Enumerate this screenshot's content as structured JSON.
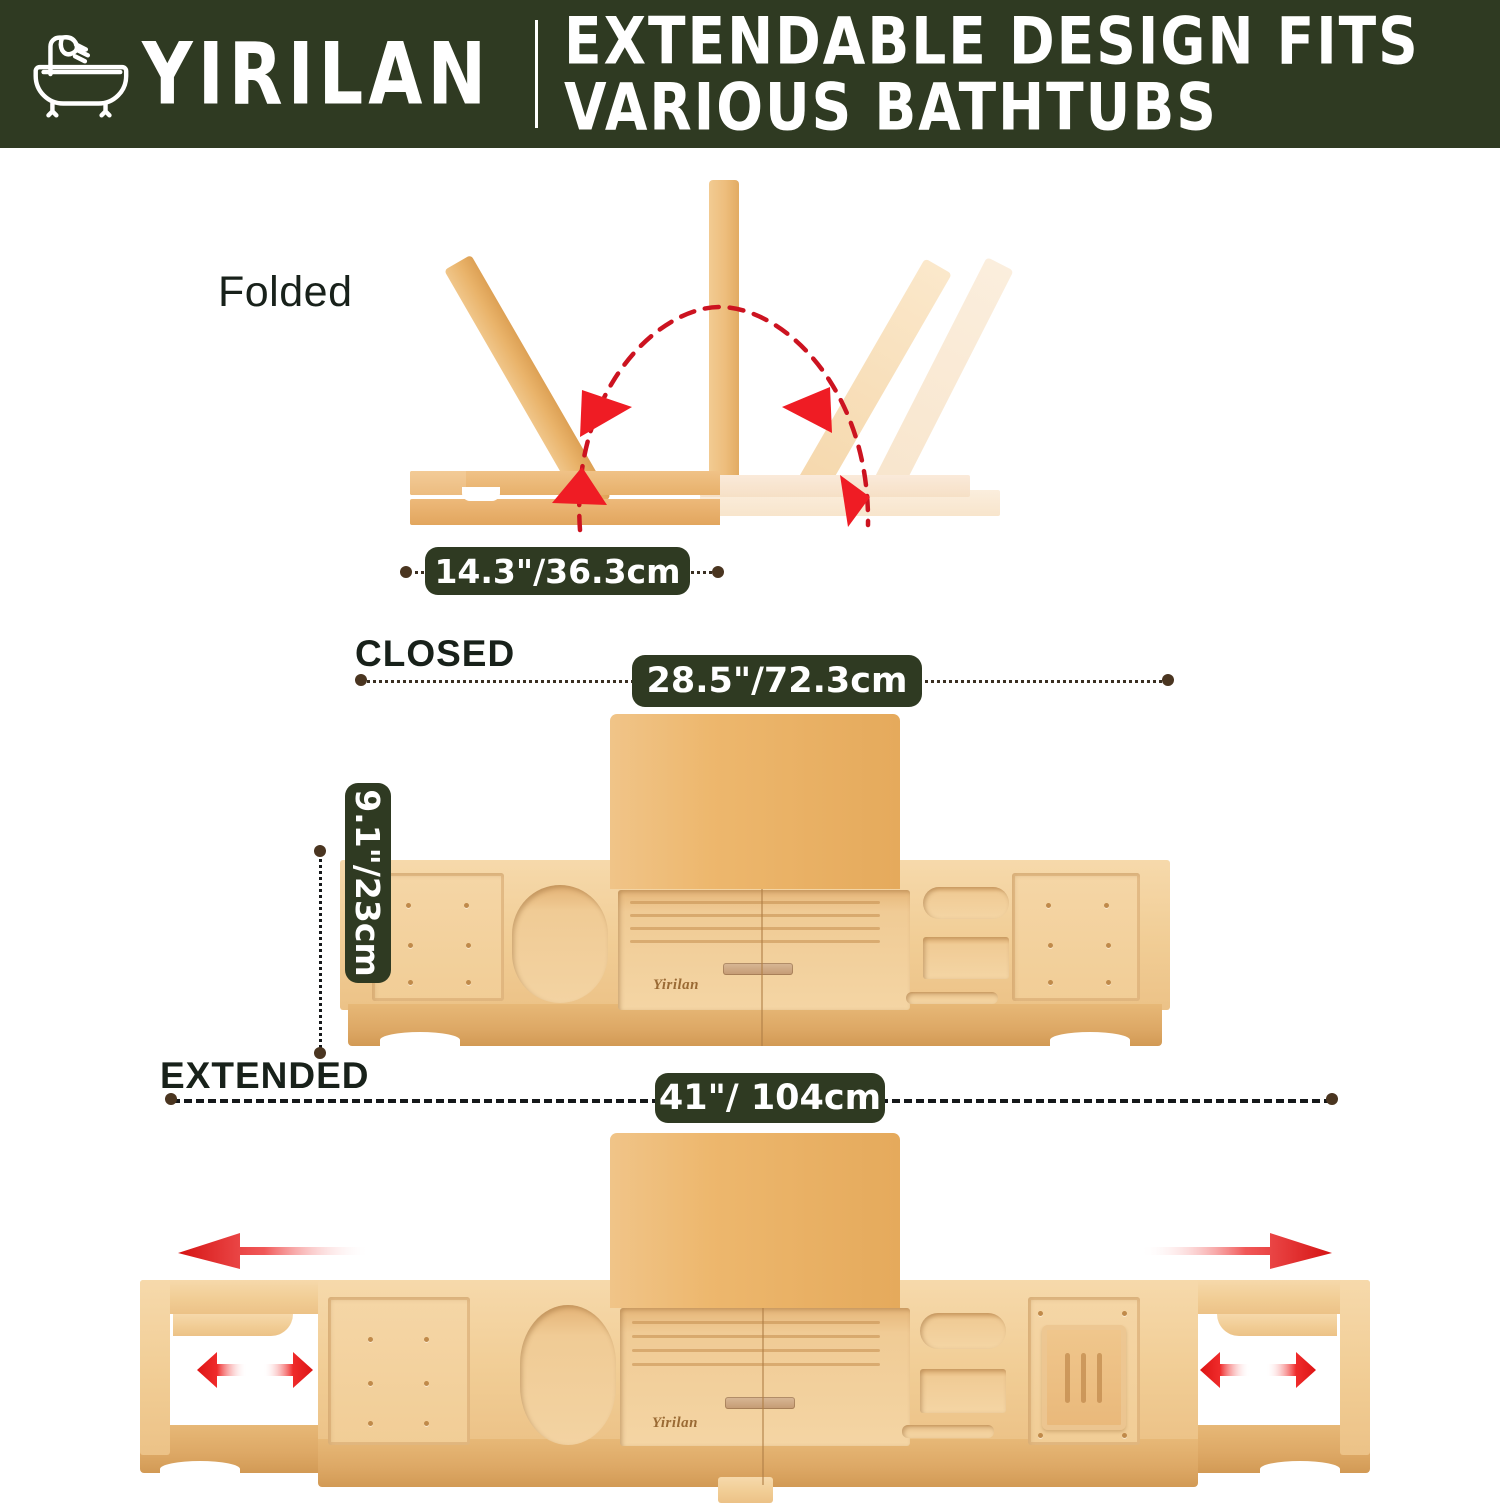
{
  "header": {
    "brand": "YIRILAN",
    "logo_icon": "bathtub-shower-icon",
    "headline_line1": "EXTENDABLE DESIGN FITS",
    "headline_line2": "VARIOUS BATHTUBS",
    "background_color": "#2f3a22",
    "text_color": "#ffffff"
  },
  "sections": {
    "folded": {
      "label": "Folded",
      "dimension": "14.3\"/36.3cm",
      "rotation_arrows": "curved-dashed-arc-with-red-arrowheads"
    },
    "closed": {
      "label": "CLOSED",
      "width_dimension": "28.5\"/72.3cm",
      "depth_dimension": "9.1\"/23cm",
      "brand_engraving": "Yirilan"
    },
    "extended": {
      "label": "EXTENDED",
      "width_dimension": "41\"/ 104cm",
      "brand_engraving": "Yirilan",
      "slide_arrows": "red-gradient-arrows-left-and-right"
    }
  },
  "colors": {
    "brand_green": "#2f3a22",
    "bamboo_light": "#f6d9ab",
    "bamboo_mid": "#eec289",
    "bamboo_dark": "#d29a55",
    "arrow_red": "#e8222a",
    "text_dark": "#18211a"
  }
}
